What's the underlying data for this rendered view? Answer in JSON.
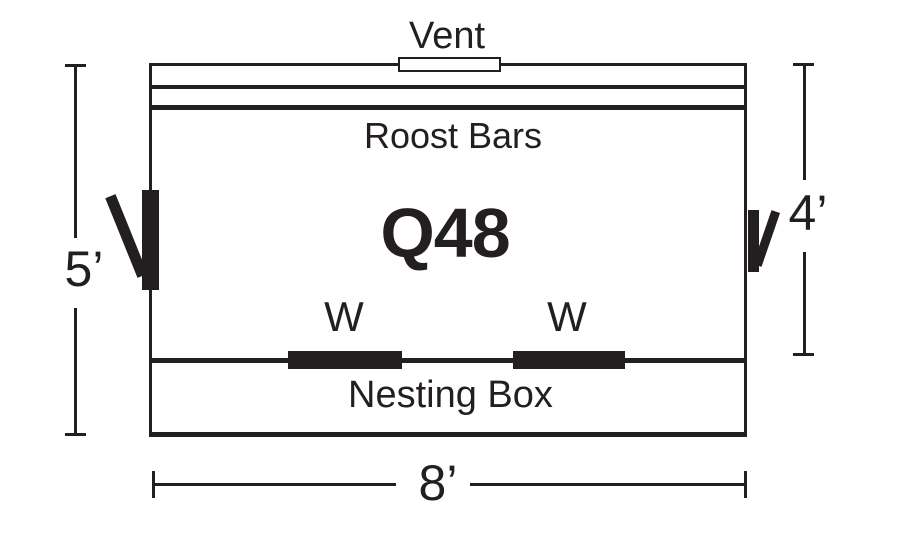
{
  "diagram": {
    "model": "Q48",
    "vent_label": "Vent",
    "roost_bars_label": "Roost Bars",
    "window_label": "W",
    "nesting_box_label": "Nesting Box",
    "dimensions": {
      "left_height": "5’",
      "right_height": "4’",
      "bottom_width": "8’"
    },
    "colors": {
      "line": "#231f20",
      "background": "#ffffff"
    }
  }
}
